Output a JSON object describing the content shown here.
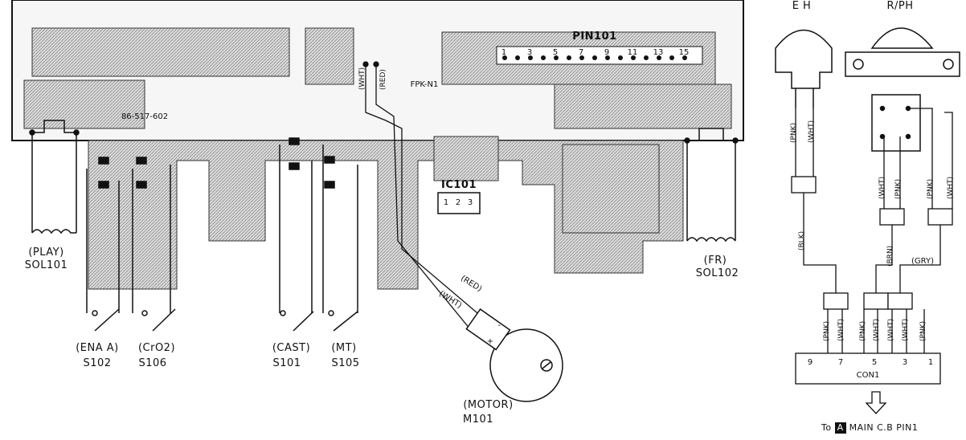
{
  "pcb": {
    "board_code": "86-517-602",
    "fpk_code": "FPK-N1",
    "pin_header": "PIN101",
    "pin_numbers": [
      "1",
      "3",
      "5",
      "7",
      "9",
      "11",
      "13",
      "15"
    ],
    "ic_label": "IC101",
    "ic_pins": [
      "1",
      "2",
      "3"
    ],
    "wire_wht": "(WHT)",
    "wire_red": "(RED)"
  },
  "components": {
    "play_name": "(PLAY)",
    "play_ref": "SOL101",
    "fr_name": "(FR)",
    "fr_ref": "SOL102",
    "ena_name": "(ENA A)",
    "ena_ref": "S102",
    "cro2_name": "(CrO2)",
    "cro2_ref": "S106",
    "cast_name": "(CAST)",
    "cast_ref": "S101",
    "mt_name": "(MT)",
    "mt_ref": "S105",
    "motor_name": "(MOTOR)",
    "motor_ref": "M101",
    "motor_red": "(RED)",
    "motor_wht": "(WHT)",
    "motor_minus": "-",
    "motor_plus": "+"
  },
  "harness": {
    "eh": "E H",
    "rph": "R/PH",
    "pnk": "(PNK)",
    "wht": "(WHT)",
    "blk": "(BLK)",
    "brn": "(BRN)",
    "gry": "(GRY)",
    "con_label": "CON1",
    "con_pins": [
      "9",
      "7",
      "5",
      "3",
      "1"
    ],
    "to_text": "To",
    "badge": "A",
    "dest": "MAIN  C.B PIN1"
  }
}
